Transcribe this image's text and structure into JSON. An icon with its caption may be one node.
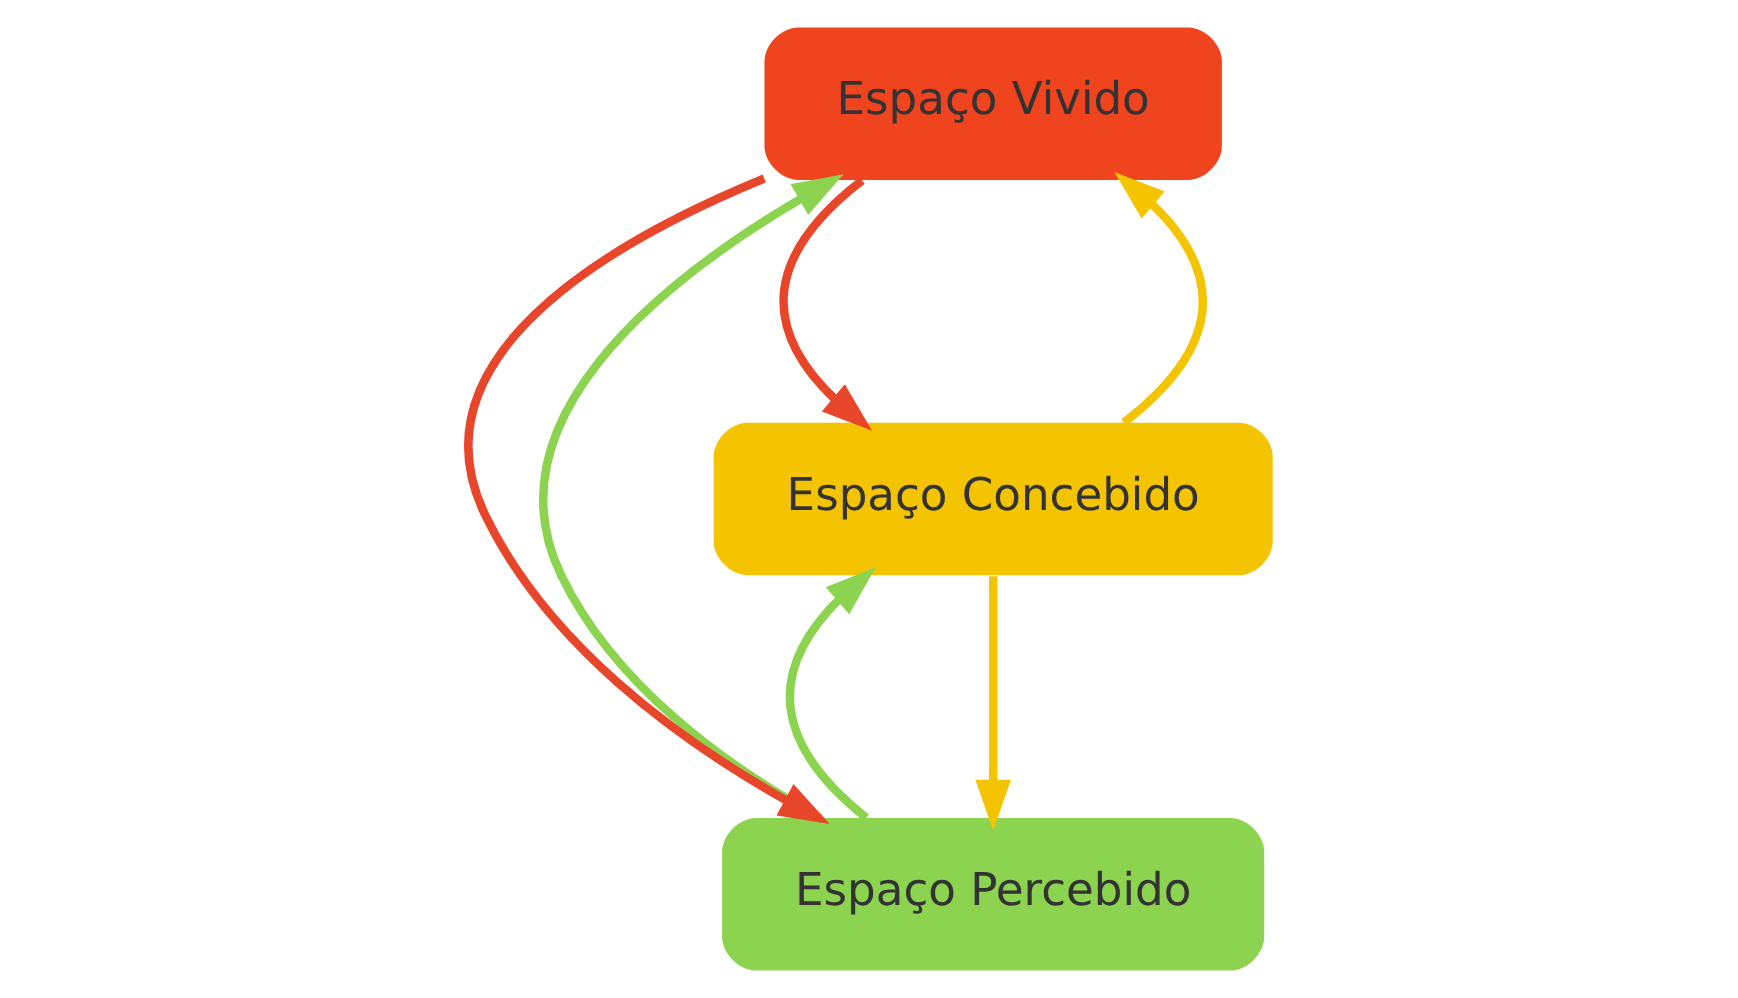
{
  "diagram": {
    "nodes": [
      {
        "text": [
          "Espaço Concebido"
        ]
      },
      {
        "text": [
          "Espaço Percebido"
        ]
      },
      {
        "text": [
          "Espaço Vivido"
        ]
      }
    ],
    "edges": [
      {
        "from": 0,
        "to": 2,
        "arrow": "to",
        "color": "#f5c400"
      },
      {
        "from": 0,
        "to": 1,
        "arrow": "to",
        "color": "#f5c400"
      },
      {
        "from": 1,
        "to": 2,
        "arrow": "to",
        "color": "#8cd34f"
      },
      {
        "from": 1,
        "to": 0,
        "arrow": "to",
        "color": "#8cd34f"
      },
      {
        "from": 2,
        "to": 1,
        "arrow": "to",
        "color": "#e8462a"
      },
      {
        "from": 2,
        "to": 0,
        "arrow": "to",
        "color": "#e8462a"
      }
    ]
  }
}
